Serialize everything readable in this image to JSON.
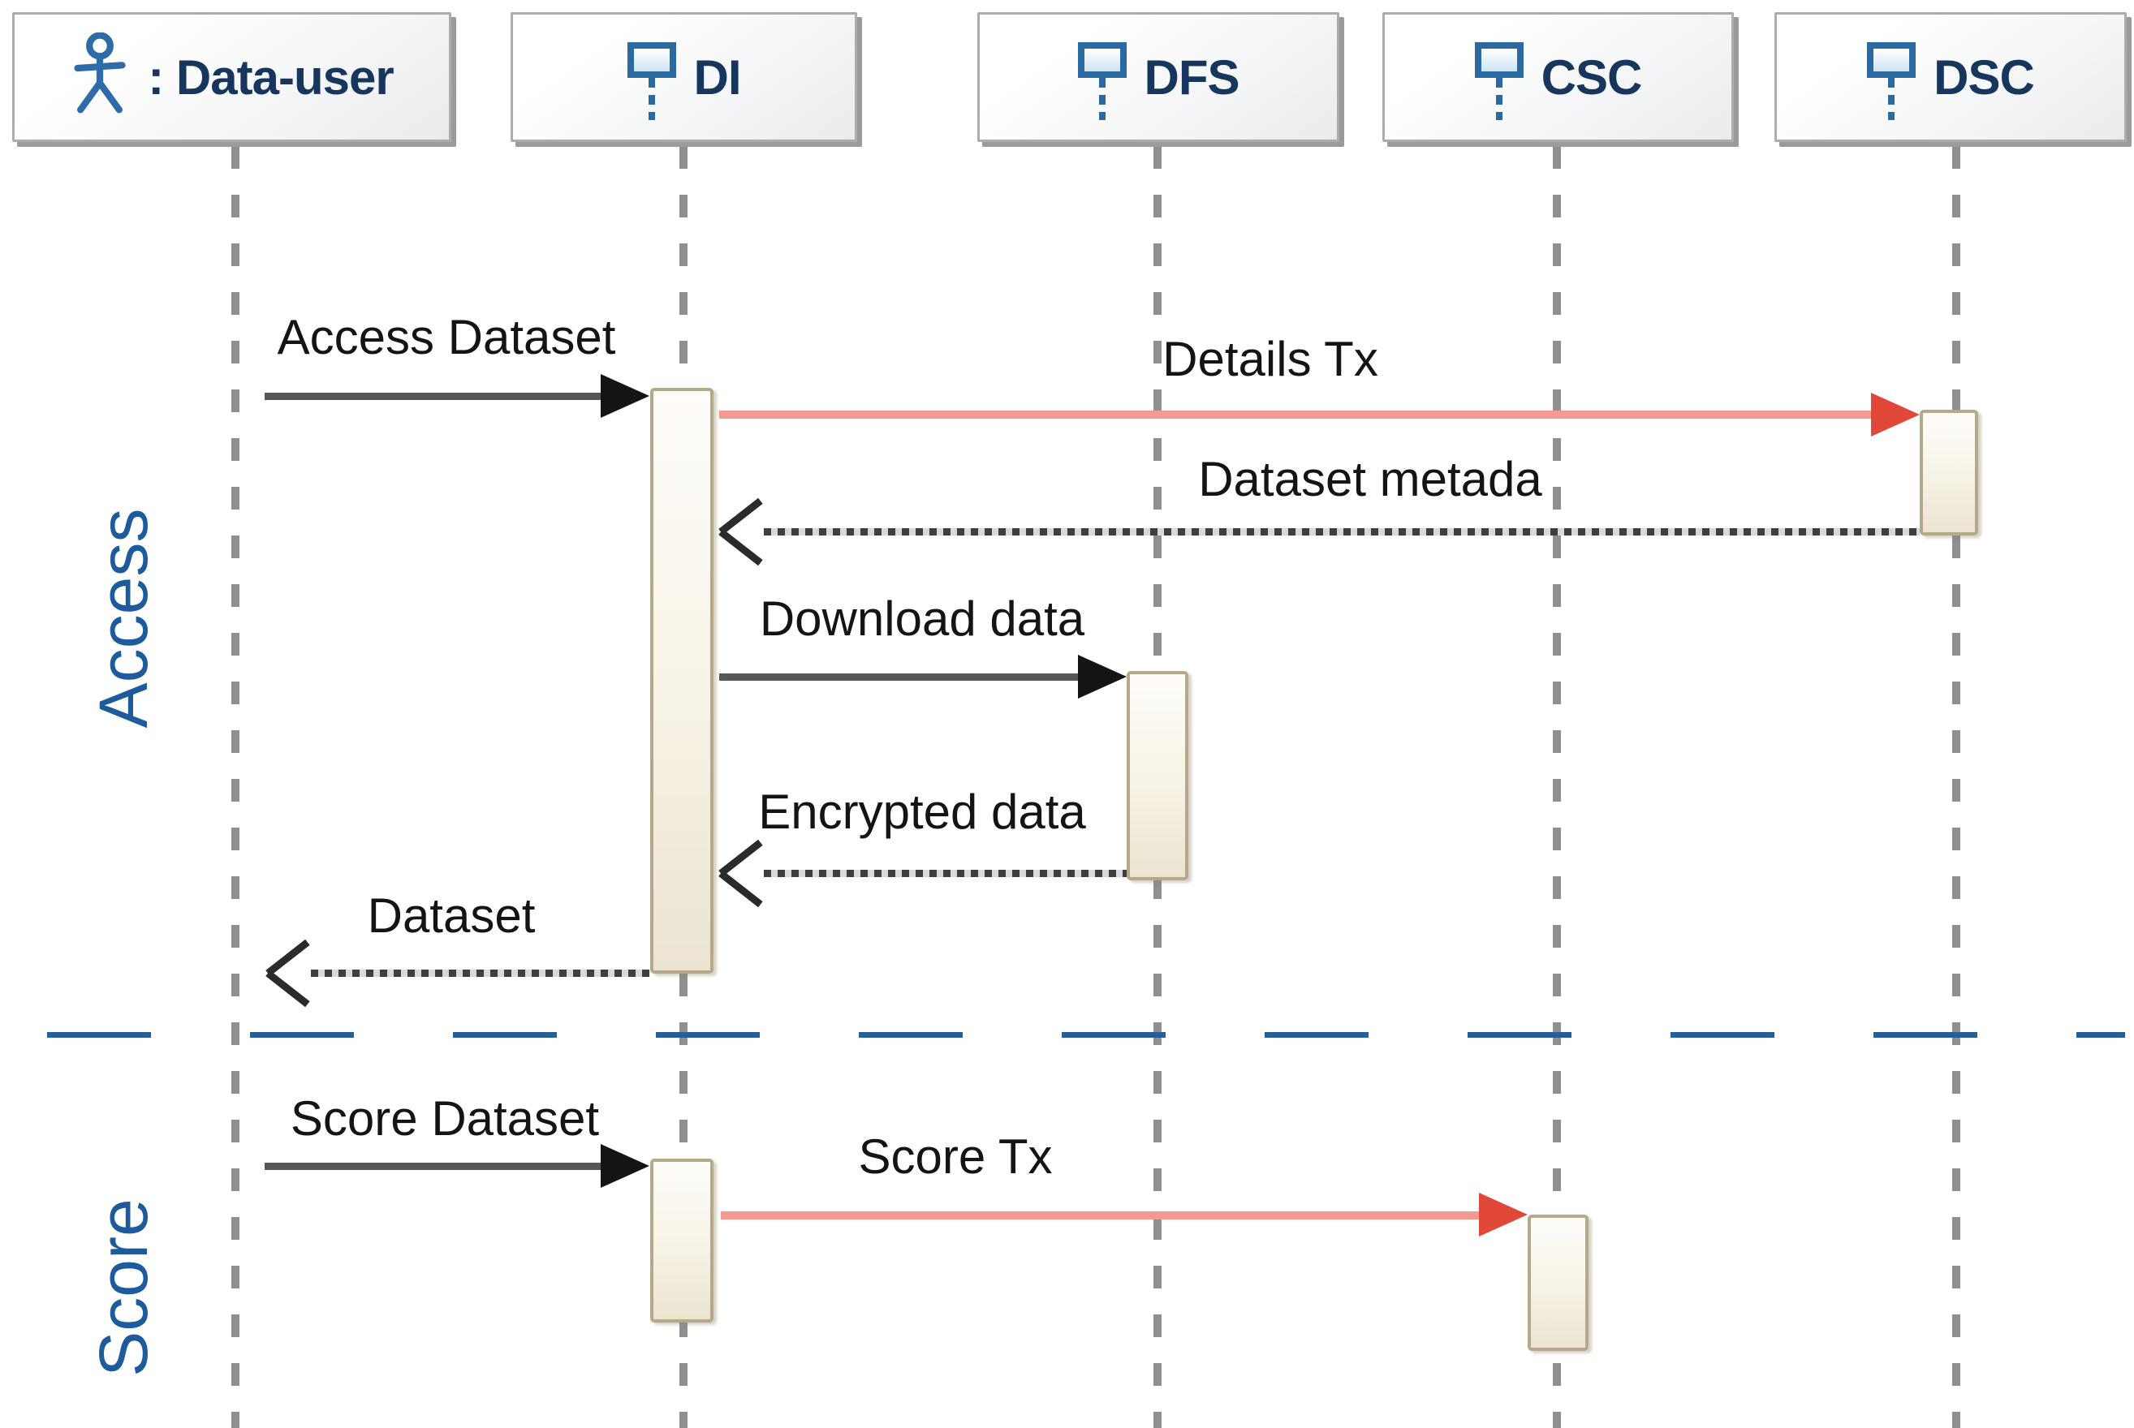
{
  "diagram": {
    "type": "uml-sequence",
    "participants": [
      {
        "id": "data-user",
        "label": ": Data-user",
        "icon": "actor-icon"
      },
      {
        "id": "di",
        "label": "DI",
        "icon": "component-icon"
      },
      {
        "id": "dfs",
        "label": "DFS",
        "icon": "component-icon"
      },
      {
        "id": "csc",
        "label": "CSC",
        "icon": "component-icon"
      },
      {
        "id": "dsc",
        "label": "DSC",
        "icon": "component-icon"
      }
    ],
    "sections": [
      {
        "label": "Access"
      },
      {
        "label": "Score"
      }
    ],
    "messages": [
      {
        "label": "Access Dataset",
        "from": "data-user",
        "to": "di",
        "line": "solid",
        "arrowhead": "filled-black"
      },
      {
        "label": "Details Tx",
        "from": "di",
        "to": "dsc",
        "line": "solid",
        "arrowhead": "filled-red"
      },
      {
        "label": "Dataset metada",
        "from": "dsc",
        "to": "di",
        "line": "dotted",
        "arrowhead": "open"
      },
      {
        "label": "Download data",
        "from": "di",
        "to": "dfs",
        "line": "solid",
        "arrowhead": "filled-black"
      },
      {
        "label": "Encrypted data",
        "from": "dfs",
        "to": "di",
        "line": "dotted",
        "arrowhead": "open"
      },
      {
        "label": "Dataset",
        "from": "di",
        "to": "data-user",
        "line": "dotted",
        "arrowhead": "open"
      },
      {
        "label": "Score Dataset",
        "from": "data-user",
        "to": "di",
        "line": "solid",
        "arrowhead": "filled-black"
      },
      {
        "label": "Score Tx",
        "from": "di",
        "to": "csc",
        "line": "solid",
        "arrowhead": "filled-red"
      }
    ],
    "colors": {
      "participant_text": "#17365d",
      "icon_blue": "#2a6aa0",
      "section_label_blue": "#1e5b9c",
      "divider_blue": "#265e9a",
      "red_message_line": "#f59a91",
      "red_arrowhead": "#e2483a",
      "black_message_line": "#575757",
      "lifeline_gray": "#8f8f8f",
      "activation_border": "#b5a98a",
      "activation_fill": "#f7f2e6"
    }
  }
}
